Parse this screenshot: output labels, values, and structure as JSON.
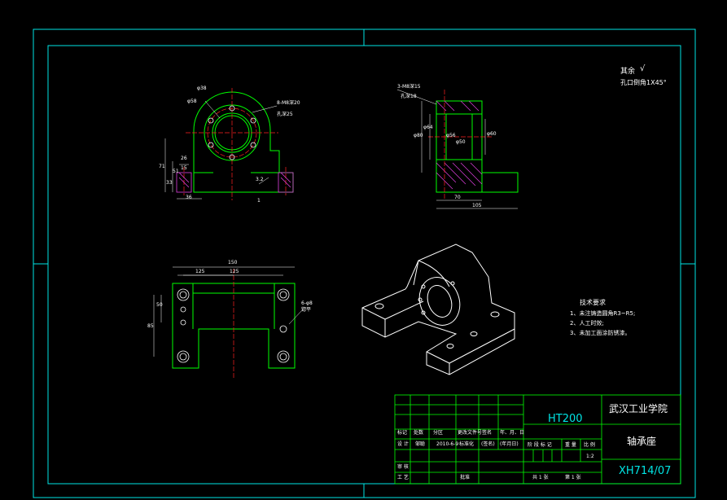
{
  "colors": {
    "background": "#000000",
    "frame": "#00e5e5",
    "geometry": "#00ff00",
    "outline": "#ffffff",
    "center": "#ff2020",
    "hatch": "#e040e0",
    "dimension": "#ffffff"
  },
  "roughness": {
    "label": "其余",
    "note": "孔口倒角1X45°"
  },
  "views": {
    "front": {
      "dims": [
        "φ38",
        "φ58",
        "8-M8深20",
        "孔深25",
        "26",
        "71",
        "36",
        "15",
        "33",
        "51",
        "1"
      ],
      "roughness": [
        "3.2"
      ]
    },
    "section": {
      "dims": [
        "3-M8深15",
        "孔深18",
        "φ80",
        "φ64",
        "φ56",
        "φ60",
        "φ50",
        "70",
        "105"
      ]
    },
    "top": {
      "dims": [
        "150",
        "125",
        "125",
        "50",
        "85",
        "6-φ8",
        "锪平"
      ]
    }
  },
  "tech_requirements": {
    "title": "技术要求",
    "items": [
      "1、未注铸造圆角R3~R5;",
      "2、人工时效;",
      "3、未加工面涂防锈漆。"
    ]
  },
  "title_block": {
    "material": "HT200",
    "school": "武汉工业学院",
    "part_name": "轴承座",
    "drawing_no": "XH714/07",
    "scale": "1:2",
    "sheets_total": "共 1 张",
    "sheet_no": "第 1 张",
    "header_cells": [
      "标记",
      "处数",
      "分区",
      "更改文件号",
      "签名",
      "年、月、日"
    ],
    "design_row": [
      "设 计",
      "邹聪",
      "2010-6-9",
      "标准化",
      "(签名)",
      "(年月日)"
    ],
    "stage_labels": [
      "阶 段 标 记",
      "重 量",
      "比 例"
    ],
    "left_labels": [
      "审 核",
      "工 艺"
    ],
    "approve": "批准"
  }
}
